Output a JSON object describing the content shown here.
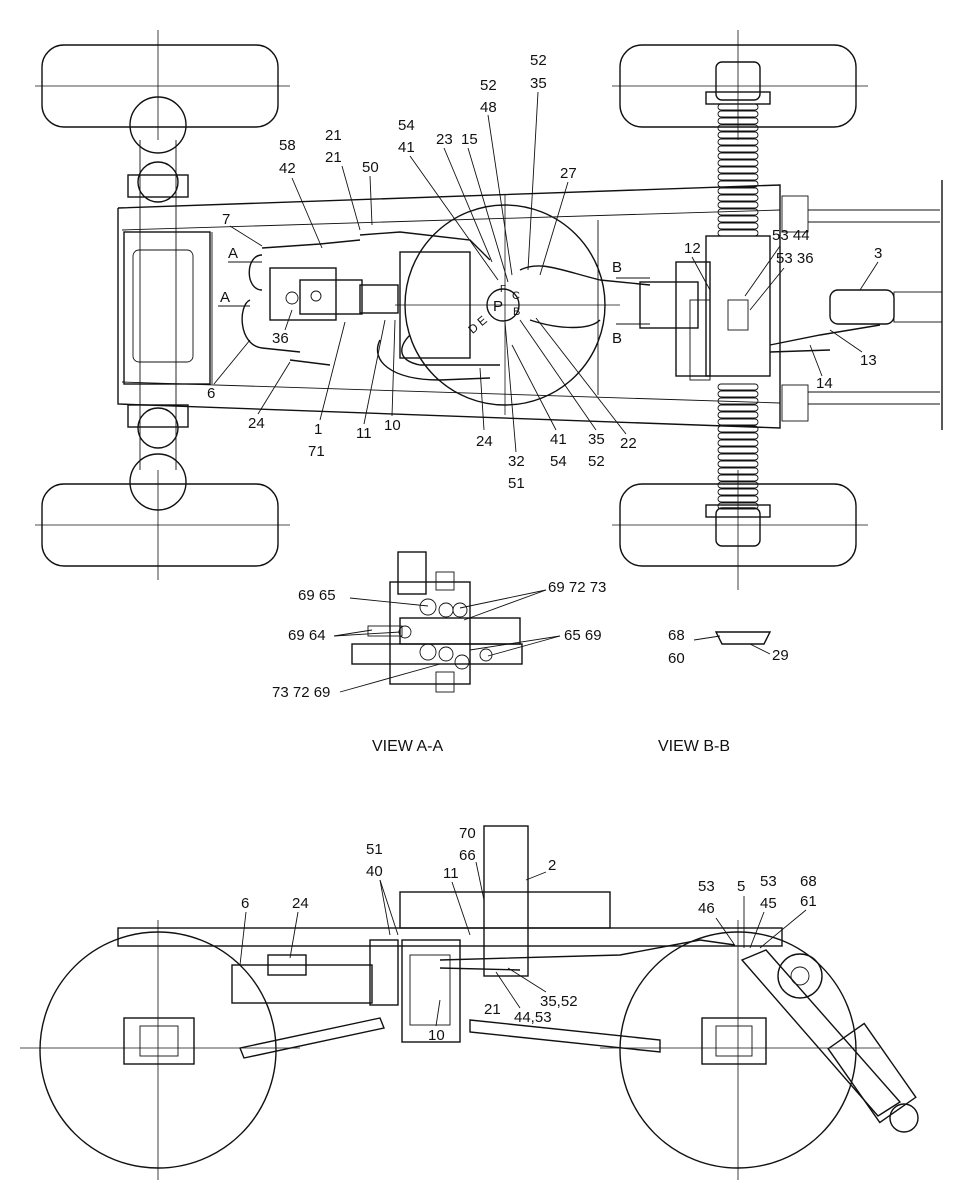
{
  "top_view": {
    "callouts": {
      "c52a": "52",
      "c35a": "35",
      "c52b": "52",
      "c48": "48",
      "c54a": "54",
      "c41a": "41",
      "c23": "23",
      "c15": "15",
      "c21a": "21",
      "c21b": "21",
      "c50": "50",
      "c58": "58",
      "c42": "42",
      "c27": "27",
      "c7": "7",
      "c12": "12",
      "c5344": "53 44",
      "c5336": "53 36",
      "c3": "3",
      "cA1": "A",
      "cA2": "A",
      "cB1": "B",
      "cB2": "B",
      "c36": "36",
      "c6": "6",
      "c24a": "24",
      "c1": "1",
      "c71": "71",
      "c11": "11",
      "c10": "10",
      "c24b": "24",
      "c32": "32",
      "c51": "51",
      "c41b": "41",
      "c54b": "54",
      "c35b": "35",
      "c52c": "52",
      "c22": "22",
      "c13": "13",
      "c14": "14",
      "port_p": "P",
      "port_c": "C",
      "port_b": "B",
      "port_f": "F",
      "port_de": "D E"
    }
  },
  "view_a": {
    "title": "VIEW A-A",
    "callouts": {
      "c6965": "69 65",
      "c697273": "69 72 73",
      "c6964": "69 64",
      "c6569": "65 69",
      "c737269": "73 72 69"
    }
  },
  "view_b": {
    "title": "VIEW B-B",
    "callouts": {
      "c68": "68",
      "c60": "60",
      "c29": "29"
    }
  },
  "side_view": {
    "callouts": {
      "c70": "70",
      "c66": "66",
      "c2": "2",
      "c51": "51",
      "c40": "40",
      "c11": "11",
      "c6": "6",
      "c24": "24",
      "c10": "10",
      "c21": "21",
      "c4453": "44,53",
      "c3552": "35,52",
      "c53a": "53",
      "c46": "46",
      "c5": "5",
      "c53b": "53",
      "c45": "45",
      "c68": "68",
      "c61": "61"
    }
  }
}
